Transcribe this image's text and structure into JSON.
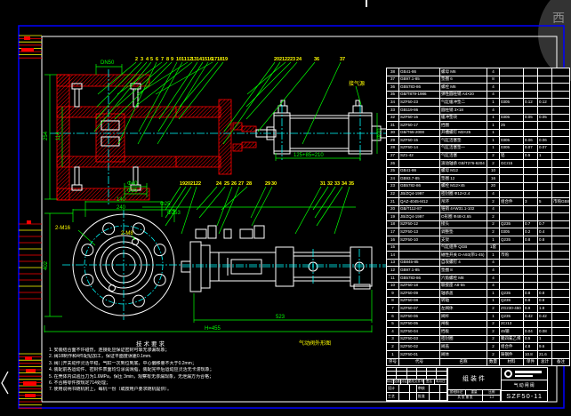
{
  "colors": {
    "paper_border": "#0000ff",
    "frame": "#ffffff",
    "section_hatch": "#ff0000",
    "dimension": "#00ff00",
    "centerline": "#00ffff",
    "balloon": "#ffff00",
    "watermark": "#8a8a8a"
  },
  "watermark": {
    "char": "西"
  },
  "drawing": {
    "dims": {
      "dn": "DN50",
      "height": "254",
      "inner": "114",
      "bore1": "Φ40",
      "bore2": "Φ25",
      "stem": "Φ25",
      "cyl": "125+85=210",
      "cyl_bore": "Φ70",
      "bc1": "140",
      "bc2": "240",
      "od": "Φ253",
      "fl_h": "402",
      "len1": "523",
      "len2": "H=455"
    },
    "labels": {
      "air": "接气源",
      "bolt_a": "2-M16",
      "bolt_b": "2-M8",
      "view": "气动阀外形图"
    },
    "balloons_top": [
      "2",
      "3",
      "4",
      "5",
      "6",
      "7",
      "8",
      "9",
      "10",
      "11",
      "12",
      "13",
      "14",
      "15",
      "16",
      "17",
      "18",
      "19",
      "20",
      "21",
      "22",
      "23",
      "24",
      "36",
      "37"
    ],
    "balloons_bottom": [
      "19",
      "20",
      "21",
      "22",
      "24",
      "25",
      "26",
      "27",
      "28",
      "29",
      "30",
      "31",
      "32",
      "33",
      "34",
      "35"
    ]
  },
  "tech": {
    "title": "技术要求",
    "lines": [
      "1. 安装结合面不许碰伤，连接处应保证密封可靠无渗漏现象；",
      "2. 阀18制作和4件配钻加工，保证平面度误差0.1mm.",
      "3. 阀门开关动作灵活平稳，气缸一次到位到底，中心偏移量不大于0.2mm；",
      "4. 装配前各运动件、密封件表面均匀涂润滑脂，装配完毕后运动应灵活无卡滞现象；",
      "5. 在壳体内试验压力为1.6MPa，保压 3min，观察有无渗漏现象，无泄漏方为合格；",
      "6. 不合格零件按规定714处理；",
      "7. 使用说明书随机附上，每机一份（或按用户要求随机提供）。"
    ]
  },
  "bom": {
    "headers": [
      "序号",
      "代号",
      "名称",
      "数量",
      "材料",
      "单件",
      "总计",
      "备注"
    ],
    "rows": [
      [
        "38",
        "GB41-86",
        "螺母 M6",
        "4",
        "",
        "",
        "",
        ""
      ],
      [
        "37",
        "GB97.1-85",
        "垫圈 6",
        "8",
        "",
        "",
        "",
        ""
      ],
      [
        "36",
        "GB5783-86",
        "螺栓 M6",
        "4",
        "",
        "",
        "",
        ""
      ],
      [
        "35",
        "GB/T879-1986",
        "弹性圆柱销 A4×20",
        "4",
        "",
        "",
        "",
        ""
      ],
      [
        "34",
        "SZF50-23",
        "气缸缓冲垫二",
        "1",
        "0305",
        "0.12",
        "0.12",
        ""
      ],
      [
        "33",
        "GB119-86",
        "圆柱销 3×18",
        "4",
        "",
        "",
        "",
        ""
      ],
      [
        "32",
        "SZF50-16",
        "缓冲垫块",
        "1",
        "0305",
        "0.05",
        "0.05",
        ""
      ],
      [
        "31",
        "SZF50-17",
        "挡圈",
        "1",
        "25",
        "",
        "",
        ""
      ],
      [
        "30",
        "GB/T65-2000",
        "开槽螺钉 M3×25",
        "1",
        "",
        "",
        "",
        ""
      ],
      [
        "29",
        "SZF50-15",
        "气缸活塞垫",
        "1",
        "0305",
        "0.06",
        "0.06",
        ""
      ],
      [
        "28",
        "SZF50-14",
        "气缸活塞垫一",
        "1",
        "0305",
        "0.07",
        "0.07",
        ""
      ],
      [
        "27",
        "SZ1-42",
        "气缸活塞",
        "2",
        "铝",
        "0.5",
        "1",
        ""
      ],
      [
        "26",
        "",
        "滚动轴承 GB/T276-6204",
        "2",
        "GCr15",
        "",
        "",
        ""
      ],
      [
        "25",
        "GB41-86",
        "螺母 M12",
        "10",
        "",
        "",
        "",
        ""
      ],
      [
        "24",
        "GB93.7-85",
        "垫圈 12",
        "16",
        "",
        "",
        "",
        ""
      ],
      [
        "23",
        "GB5782-86",
        "螺栓 M12×45",
        "20",
        "",
        "",
        "",
        ""
      ],
      [
        "22",
        "JB/ZQ4-1997",
        "密封圈 Φ12×2.4",
        "4",
        "",
        "",
        "",
        ""
      ],
      [
        "21",
        "QAZ-4045-M12",
        "吊环",
        "2",
        "组合件",
        "3",
        "5",
        "市购GB825"
      ],
      [
        "20",
        "GB/T112-87",
        "锥销 4×W31.1-102",
        "4",
        "",
        "",
        "",
        ""
      ],
      [
        "19",
        "JB/ZQ4-1997",
        "O形圈 Φ48×2.65",
        "2",
        "",
        "",
        "",
        ""
      ],
      [
        "18",
        "SZF50-12",
        "接头",
        "2",
        "Q235",
        "0.7",
        "0.7",
        ""
      ],
      [
        "17",
        "SZF50-13",
        "调整垫",
        "2",
        "0305",
        "0.2",
        "0.4",
        ""
      ],
      [
        "16",
        "SZF50-10",
        "支架",
        "1",
        "Q235",
        "0.8",
        "0.8",
        ""
      ],
      [
        "15",
        "",
        "气缸组件 QGB",
        "1套",
        "",
        "",
        "",
        ""
      ],
      [
        "14",
        "",
        "磁性开关 D-A93(带1-45)",
        "1",
        "市购",
        "",
        "",
        ""
      ],
      [
        "13",
        "GB845-85",
        "自攻螺钉 4",
        "4",
        "",
        "",
        "",
        ""
      ],
      [
        "12",
        "GB97.1-85",
        "垫圈 8",
        "4",
        "",
        "",
        "",
        ""
      ],
      [
        "11",
        "GB5783-86",
        "六角螺栓 M8",
        "4",
        "",
        "",
        "",
        ""
      ],
      [
        "10",
        "SZF50-18",
        "联接座 A8-55",
        "4",
        "",
        "",
        "",
        ""
      ],
      [
        "9",
        "SZF50-09",
        "轴承盖",
        "1",
        "Q235",
        "0.8",
        "0.8",
        ""
      ],
      [
        "8",
        "SZF50-08",
        "转轴",
        "1",
        "Q235",
        "0.8",
        "0.8",
        ""
      ],
      [
        "7",
        "SZF50-07",
        "左阀体",
        "2",
        "ZG230-450",
        "0.9",
        "1.8",
        ""
      ],
      [
        "6",
        "SZF50-06",
        "阀杆",
        "1",
        "Q235",
        "0.42",
        "0.42",
        ""
      ],
      [
        "5",
        "SZF50-05",
        "闸板",
        "2",
        "2Cr13",
        "",
        "",
        ""
      ],
      [
        "4",
        "SZF50-04",
        "挡板",
        "2",
        "45钢",
        "0.04",
        "0.08",
        ""
      ],
      [
        "3",
        "SZF50-03",
        "密封圈",
        "2",
        "聚四氟乙烯",
        "0.5",
        "1",
        ""
      ],
      [
        "2",
        "SZF50-02",
        "阀盖",
        "2",
        "组合件",
        "4.8",
        "9.6",
        ""
      ],
      [
        "1",
        "SZF50-01",
        "阀体",
        "2",
        "铸钢件",
        "10.8",
        "21.6",
        ""
      ]
    ]
  },
  "title_block": {
    "rev_cols": [
      "标记",
      "处数",
      "分区",
      "更改文件号",
      "签名",
      "年月日"
    ],
    "staff": [
      "设计",
      "审核",
      "工艺",
      "批准"
    ],
    "stage_label": "阶段标记",
    "weight_label": "重量",
    "scale_label": "比例",
    "scale_value": "1:2",
    "sheets": "共 张 第 张",
    "assembly_label": "组装件",
    "product_name": "气动闸阀",
    "drawing_no": "SZF50-11"
  }
}
